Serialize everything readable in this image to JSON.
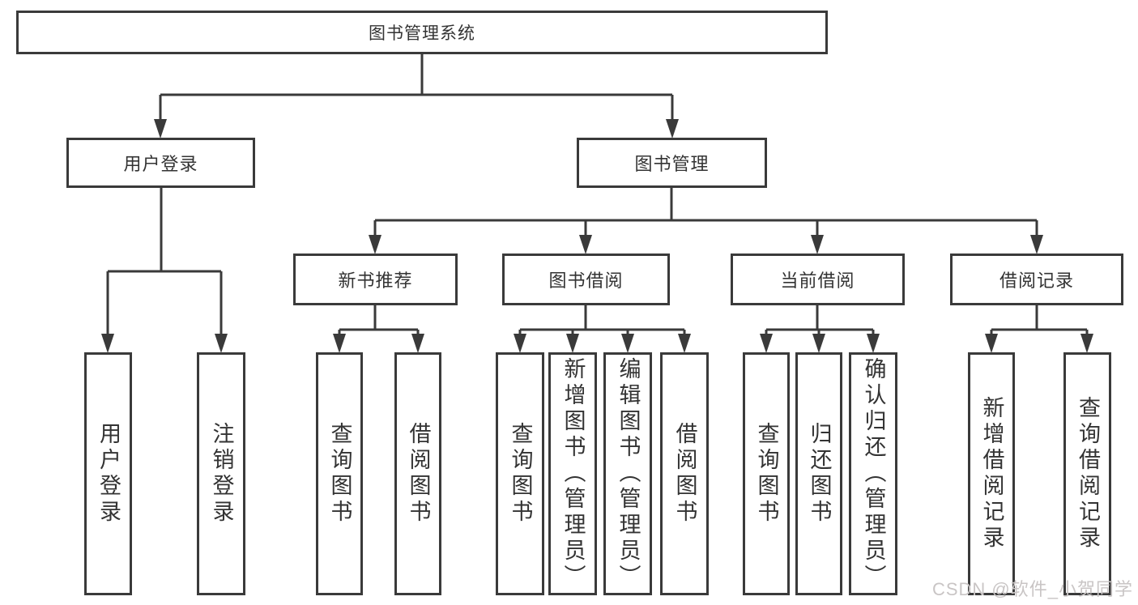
{
  "diagram": {
    "type": "hierarchy-tree",
    "background": "#ffffff",
    "colors": {
      "line": "#3a3a3a",
      "box_border": "#3a3a3a",
      "text": "#333333",
      "watermark": "#c9c5c5"
    }
  },
  "watermark": {
    "text": "CSDN @软件_小贺同学"
  },
  "tree": {
    "root": {
      "label": "图书管理系统"
    },
    "level2": [
      {
        "label": "用户登录",
        "children": [
          {
            "label": "用户登录"
          },
          {
            "label": "注销登录"
          }
        ]
      },
      {
        "label": "图书管理",
        "children": [
          {
            "label": "新书推荐",
            "children": [
              {
                "label": "查询图书"
              },
              {
                "label": "借阅图书"
              }
            ]
          },
          {
            "label": "图书借阅",
            "children": [
              {
                "label": "查询图书"
              },
              {
                "label": "新增图书（管理员）"
              },
              {
                "label": "编辑图书（管理员）"
              },
              {
                "label": "借阅图书"
              }
            ]
          },
          {
            "label": "当前借阅",
            "children": [
              {
                "label": "查询图书"
              },
              {
                "label": "归还图书"
              },
              {
                "label": "确认归还（管理员）"
              }
            ]
          },
          {
            "label": "借阅记录",
            "children": [
              {
                "label": "新增借阅记录"
              },
              {
                "label": "查询借阅记录"
              }
            ]
          }
        ]
      }
    ]
  }
}
